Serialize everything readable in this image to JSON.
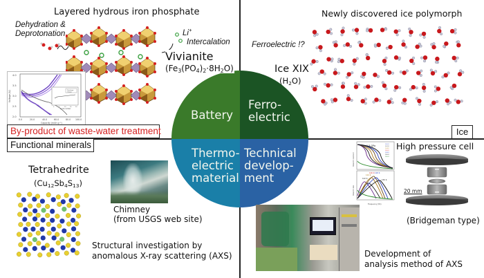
{
  "circle": {
    "quadrants": [
      {
        "id": "battery",
        "label": "Battery",
        "color": "#3a7a2a"
      },
      {
        "id": "ferroelectric",
        "label_line1": "Ferro-",
        "label_line2": "electric",
        "color": "#1b5424"
      },
      {
        "id": "thermoelectric",
        "label_line1": "Thermo-",
        "label_line2": "electric",
        "label_line3": "material",
        "color": "#1a7fa8"
      },
      {
        "id": "technical",
        "label_line1": "Technical",
        "label_line2": "develop-",
        "label_line3": "ment",
        "color": "#2a62a4"
      }
    ]
  },
  "battery_section": {
    "title": "Layered hydrous iron phosphate",
    "dehydration_line1": "Dehydration &",
    "dehydration_line2": "Deprotonation",
    "li_label": "Li",
    "li_charge": "+",
    "intercalation": "Intercalation",
    "mineral_name": "Vivianite",
    "formula_parts": [
      "(Fe",
      "3",
      "(PO",
      "4",
      ")",
      "2",
      "·8H",
      "2",
      "O)"
    ],
    "byproduct_label": "By-product of waste-water treatment",
    "byproduct_color": "#d42020",
    "plot": {
      "ylabel": "Voltage (V)",
      "xlabel": "Capacity (mAh g⁻¹)",
      "yticks": [
        "4.0",
        "3.5",
        "3.0",
        "2.5",
        "2.0"
      ],
      "xticks": [
        "0.0",
        "20.0",
        "40.0",
        "60.0",
        "80.0",
        "100.0"
      ],
      "inset_xlabel": "Cycle number",
      "inset_xticks": [
        "0",
        "5",
        "10",
        "15",
        "20"
      ],
      "inset_legend": [
        "Discharge",
        "Charge"
      ]
    }
  },
  "ice_section": {
    "title": "Newly discovered ice polymorph",
    "ferroelectric_note": "Ferroelectric !?",
    "name": "Ice XIX",
    "formula_parts": [
      "(H",
      "2",
      "O)"
    ],
    "tag": "Ice"
  },
  "functional_section": {
    "tag": "Functional minerals",
    "mineral_name": "Tetrahedrite",
    "formula_parts": [
      "(Cu",
      "12",
      "Sb",
      "4",
      "S",
      "13",
      ")"
    ],
    "chimney_line1": "Chimney",
    "chimney_line2": "(from USGS web site)",
    "axs_line1": "Structural investigation by",
    "axs_line2": "anomalous X-ray scattering (AXS)"
  },
  "technical_section": {
    "pressure_title": "High pressure cell",
    "scale_label": "20 mm",
    "cell_type": "(Bridgeman type)",
    "dev_line1": "Development of",
    "dev_line2": "analysis method of AXS",
    "plot": {
      "pressure_label": "1.5 GPa",
      "top_ylabel": "Dielectric constant",
      "bottom_ylabel": "Dielectric loss",
      "xlabel": "Frequency (Hz)",
      "temp_labels": [
        "122 K",
        "124 K",
        "126 K",
        "128 K",
        "150 K"
      ],
      "legend": [
        "120 K",
        "122 K",
        "124 K",
        "126 K",
        "128 K",
        "130 K",
        "150 K"
      ]
    }
  }
}
